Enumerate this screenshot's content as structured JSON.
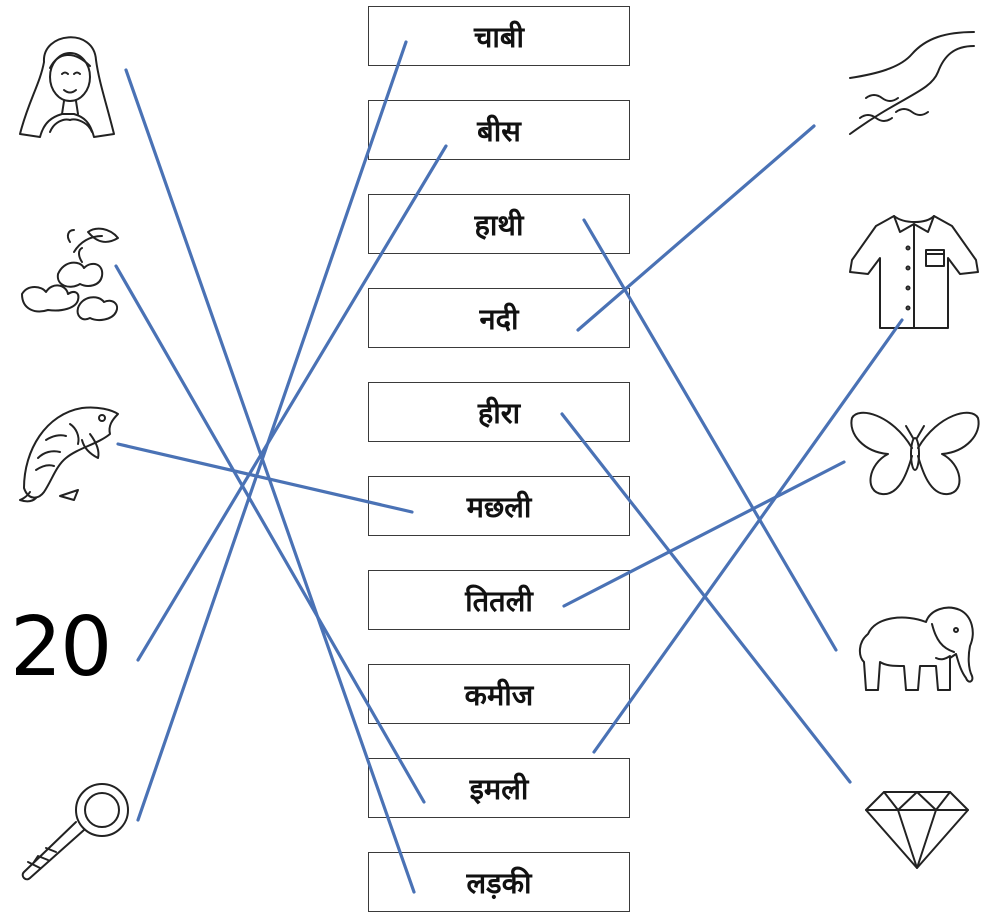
{
  "words": [
    {
      "id": "chabi",
      "text": "चाबी"
    },
    {
      "id": "bees",
      "text": "बीस"
    },
    {
      "id": "haathi",
      "text": "हाथी"
    },
    {
      "id": "nadi",
      "text": "नदी"
    },
    {
      "id": "heera",
      "text": "हीरा"
    },
    {
      "id": "machhli",
      "text": "मछली"
    },
    {
      "id": "titli",
      "text": "तितली"
    },
    {
      "id": "kameez",
      "text": "कमीज"
    },
    {
      "id": "imli",
      "text": "इमली"
    },
    {
      "id": "ladki",
      "text": "लड़की"
    }
  ],
  "left_items": [
    {
      "icon": "girl-icon"
    },
    {
      "icon": "tamarind-icon"
    },
    {
      "icon": "fish-icon"
    },
    {
      "icon": "number-twenty",
      "text": "20"
    },
    {
      "icon": "key-icon"
    }
  ],
  "right_items": [
    {
      "icon": "river-icon"
    },
    {
      "icon": "shirt-icon"
    },
    {
      "icon": "butterfly-icon"
    },
    {
      "icon": "elephant-icon"
    },
    {
      "icon": "diamond-icon"
    }
  ],
  "line_color": "#4a72b5",
  "matches": [
    {
      "picture": "girl-icon",
      "word": "ladki"
    },
    {
      "picture": "tamarind-icon",
      "word": "imli"
    },
    {
      "picture": "fish-icon",
      "word": "machhli"
    },
    {
      "picture": "number-twenty",
      "word": "bees"
    },
    {
      "picture": "key-icon",
      "word": "chabi"
    },
    {
      "picture": "river-icon",
      "word": "nadi"
    },
    {
      "picture": "shirt-icon",
      "word": "kameez"
    },
    {
      "picture": "butterfly-icon",
      "word": "titli"
    },
    {
      "picture": "elephant-icon",
      "word": "haathi"
    },
    {
      "picture": "diamond-icon",
      "word": "heera"
    }
  ]
}
